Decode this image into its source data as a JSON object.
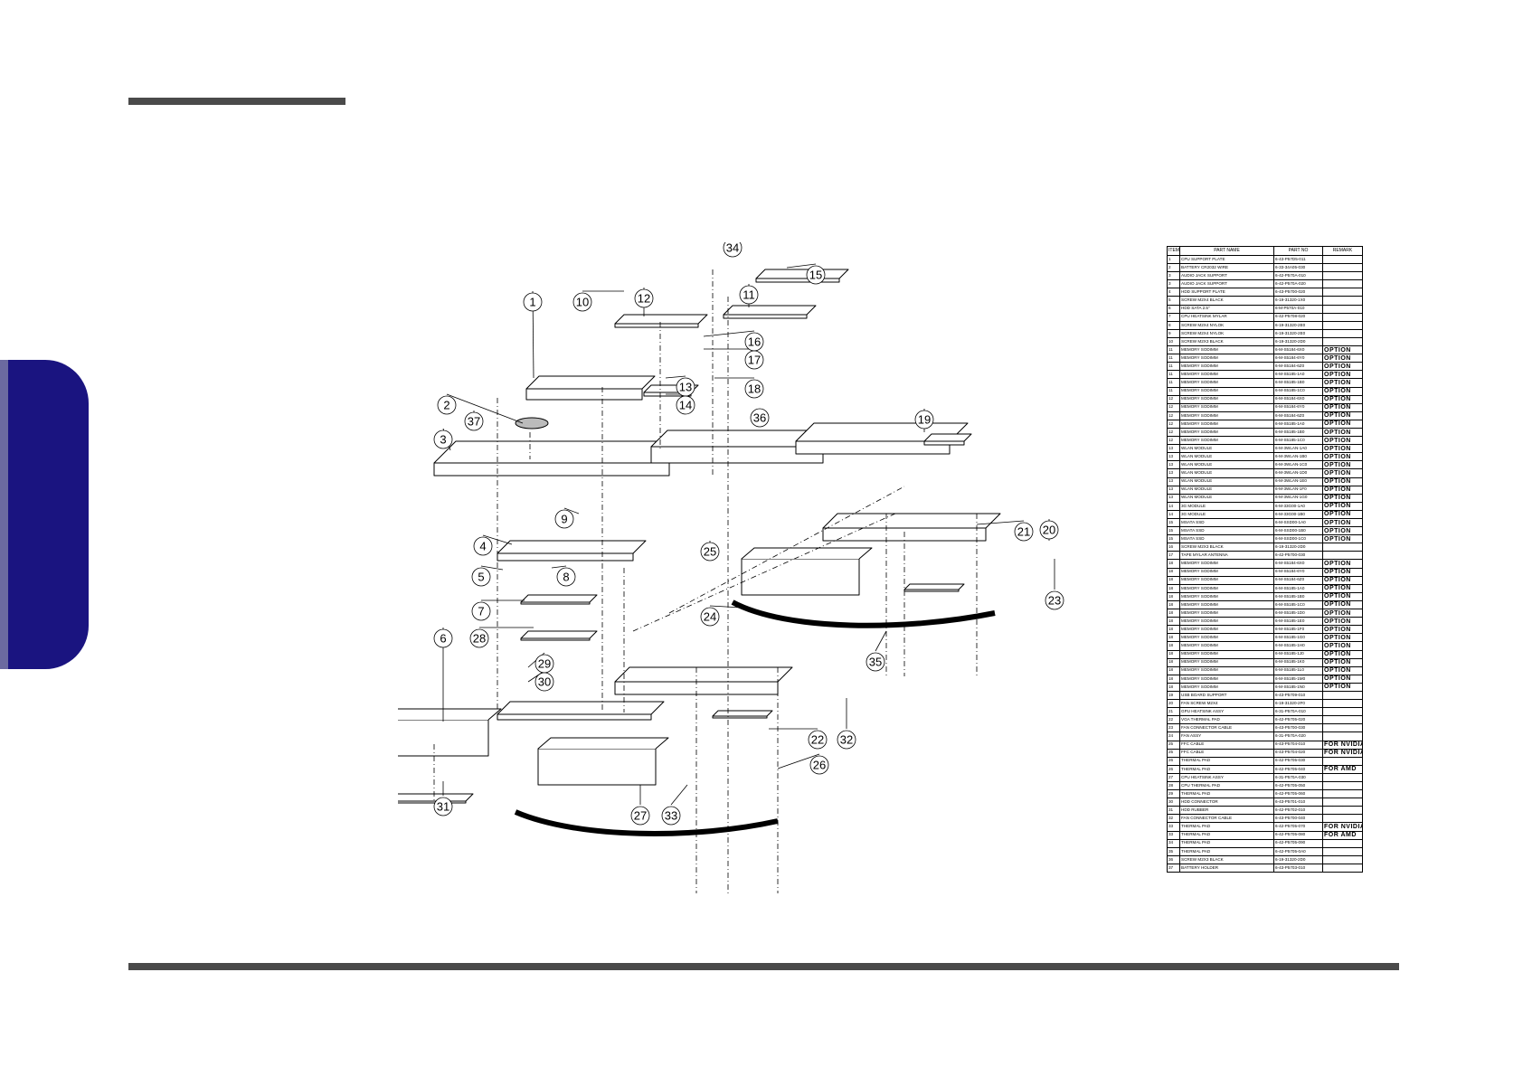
{
  "colors": {
    "rule": "#4a4a4a",
    "side_tab": "#1a1480"
  },
  "callouts": [
    "1",
    "2",
    "3",
    "4",
    "5",
    "6",
    "7",
    "8",
    "9",
    "10",
    "11",
    "12",
    "13",
    "14",
    "15",
    "16",
    "17",
    "18",
    "19",
    "20",
    "21",
    "22",
    "23",
    "24",
    "25",
    "26",
    "27",
    "28",
    "29",
    "30",
    "31",
    "32",
    "33",
    "34",
    "35",
    "36",
    "37"
  ],
  "table": {
    "headers": [
      "ITEM",
      "PART NAME",
      "PART NO",
      "REMARK"
    ],
    "rows": [
      {
        "item": "1",
        "name": "CPU SUPPORT PLATE",
        "part_no": "6-43-P57D5-011",
        "remark": ""
      },
      {
        "item": "2",
        "name": "BATTERY CR2032 WIRE",
        "part_no": "6-33-34A05-030",
        "remark": ""
      },
      {
        "item": "3",
        "name": "AUDIO JACK SUPPORT",
        "part_no": "6-42-P570A-010",
        "remark": ""
      },
      {
        "item": "3",
        "name": "AUDIO JACK SUPPORT",
        "part_no": "6-42-P570A-020",
        "remark": ""
      },
      {
        "item": "4",
        "name": "HDD SUPPORT PLATE",
        "part_no": "6-43-P5700-020",
        "remark": ""
      },
      {
        "item": "5",
        "name": "SCREW M2X4 BLACK",
        "part_no": "6-19-31320-1X0",
        "remark": ""
      },
      {
        "item": "6",
        "name": "HDD SATA 2.5\"",
        "part_no": "6-M-P570A-010",
        "remark": ""
      },
      {
        "item": "7",
        "name": "CPU HEATSINK MYLAR",
        "part_no": "6-42-P5708-020",
        "remark": ""
      },
      {
        "item": "8",
        "name": "SCREW M2X4 NYLOK",
        "part_no": "6-19-31320-2E0",
        "remark": ""
      },
      {
        "item": "9",
        "name": "SCREW M2X4 NYLOK",
        "part_no": "6-19-31320-2E0",
        "remark": ""
      },
      {
        "item": "10",
        "name": "SCREW M2X3 BLACK",
        "part_no": "6-19-31320-2D0",
        "remark": ""
      },
      {
        "item": "11",
        "name": "MEMORY SODIMM",
        "part_no": "6-M-S5184-6X0",
        "remark": "OPTION"
      },
      {
        "item": "11",
        "name": "MEMORY SODIMM",
        "part_no": "6-M-S5184-6Y0",
        "remark": "OPTION"
      },
      {
        "item": "11",
        "name": "MEMORY SODIMM",
        "part_no": "6-M-S5184-6Z0",
        "remark": "OPTION"
      },
      {
        "item": "11",
        "name": "MEMORY SODIMM",
        "part_no": "6-M-S5185-1A0",
        "remark": "OPTION"
      },
      {
        "item": "11",
        "name": "MEMORY SODIMM",
        "part_no": "6-M-S5185-1B0",
        "remark": "OPTION"
      },
      {
        "item": "11",
        "name": "MEMORY SODIMM",
        "part_no": "6-M-S5185-1C0",
        "remark": "OPTION"
      },
      {
        "item": "12",
        "name": "MEMORY SODIMM",
        "part_no": "6-M-S5184-6X0",
        "remark": "OPTION"
      },
      {
        "item": "12",
        "name": "MEMORY SODIMM",
        "part_no": "6-M-S5184-6Y0",
        "remark": "OPTION"
      },
      {
        "item": "12",
        "name": "MEMORY SODIMM",
        "part_no": "6-M-S5184-6Z0",
        "remark": "OPTION"
      },
      {
        "item": "12",
        "name": "MEMORY SODIMM",
        "part_no": "6-M-S5185-1A0",
        "remark": "OPTION"
      },
      {
        "item": "12",
        "name": "MEMORY SODIMM",
        "part_no": "6-M-S5185-1B0",
        "remark": "OPTION"
      },
      {
        "item": "12",
        "name": "MEMORY SODIMM",
        "part_no": "6-M-S5185-1C0",
        "remark": "OPTION"
      },
      {
        "item": "13",
        "name": "WLAN MODULE",
        "part_no": "6-M-3WLAN-1A0",
        "remark": "OPTION"
      },
      {
        "item": "13",
        "name": "WLAN MODULE",
        "part_no": "6-M-3WLAN-1B0",
        "remark": "OPTION"
      },
      {
        "item": "13",
        "name": "WLAN MODULE",
        "part_no": "6-M-3WLAN-1C0",
        "remark": "OPTION"
      },
      {
        "item": "13",
        "name": "WLAN MODULE",
        "part_no": "6-M-3WLAN-1D0",
        "remark": "OPTION"
      },
      {
        "item": "13",
        "name": "WLAN MODULE",
        "part_no": "6-M-3WLAN-1E0",
        "remark": "OPTION"
      },
      {
        "item": "13",
        "name": "WLAN MODULE",
        "part_no": "6-M-3WLAN-1F0",
        "remark": "OPTION"
      },
      {
        "item": "13",
        "name": "WLAN MODULE",
        "part_no": "6-M-3WLAN-1G0",
        "remark": "OPTION"
      },
      {
        "item": "14",
        "name": "3G MODULE",
        "part_no": "6-M-33G00-1A0",
        "remark": "OPTION"
      },
      {
        "item": "14",
        "name": "3G MODULE",
        "part_no": "6-M-33G00-1B0",
        "remark": "OPTION"
      },
      {
        "item": "15",
        "name": "MSATA SSD",
        "part_no": "6-M-SSD00-1A0",
        "remark": "OPTION"
      },
      {
        "item": "15",
        "name": "MSATA SSD",
        "part_no": "6-M-SSD00-1B0",
        "remark": "OPTION"
      },
      {
        "item": "15",
        "name": "MSATA SSD",
        "part_no": "6-M-SSD00-1C0",
        "remark": "OPTION"
      },
      {
        "item": "16",
        "name": "SCREW M2X3 BLACK",
        "part_no": "6-19-31320-2D0",
        "remark": ""
      },
      {
        "item": "17",
        "name": "TAPE MYLAR ANTENNA",
        "part_no": "6-42-P5700-030",
        "remark": ""
      },
      {
        "item": "18",
        "name": "MEMORY SODIMM",
        "part_no": "6-M-S5184-6X0",
        "remark": "OPTION"
      },
      {
        "item": "18",
        "name": "MEMORY SODIMM",
        "part_no": "6-M-S5184-6Y0",
        "remark": "OPTION"
      },
      {
        "item": "18",
        "name": "MEMORY SODIMM",
        "part_no": "6-M-S5184-6Z0",
        "remark": "OPTION"
      },
      {
        "item": "18",
        "name": "MEMORY SODIMM",
        "part_no": "6-M-S5185-1A0",
        "remark": "OPTION"
      },
      {
        "item": "18",
        "name": "MEMORY SODIMM",
        "part_no": "6-M-S5185-1B0",
        "remark": "OPTION"
      },
      {
        "item": "18",
        "name": "MEMORY SODIMM",
        "part_no": "6-M-S5185-1C0",
        "remark": "OPTION"
      },
      {
        "item": "18",
        "name": "MEMORY SODIMM",
        "part_no": "6-M-S5185-1D0",
        "remark": "OPTION"
      },
      {
        "item": "18",
        "name": "MEMORY SODIMM",
        "part_no": "6-M-S5185-1E0",
        "remark": "OPTION"
      },
      {
        "item": "18",
        "name": "MEMORY SODIMM",
        "part_no": "6-M-S5185-1F0",
        "remark": "OPTION"
      },
      {
        "item": "18",
        "name": "MEMORY SODIMM",
        "part_no": "6-M-S5185-1G0",
        "remark": "OPTION"
      },
      {
        "item": "18",
        "name": "MEMORY SODIMM",
        "part_no": "6-M-S5185-1H0",
        "remark": "OPTION"
      },
      {
        "item": "18",
        "name": "MEMORY SODIMM",
        "part_no": "6-M-S5185-1J0",
        "remark": "OPTION"
      },
      {
        "item": "18",
        "name": "MEMORY SODIMM",
        "part_no": "6-M-S5185-1K0",
        "remark": "OPTION"
      },
      {
        "item": "18",
        "name": "MEMORY SODIMM",
        "part_no": "6-M-S5185-1L0",
        "remark": "OPTION"
      },
      {
        "item": "18",
        "name": "MEMORY SODIMM",
        "part_no": "6-M-S5185-1M0",
        "remark": "OPTION"
      },
      {
        "item": "18",
        "name": "MEMORY SODIMM",
        "part_no": "6-M-S5185-1N0",
        "remark": "OPTION"
      },
      {
        "item": "19",
        "name": "USB BOARD SUPPORT",
        "part_no": "6-43-P5709-010",
        "remark": ""
      },
      {
        "item": "20",
        "name": "FAN SCREW M2X4",
        "part_no": "6-19-31320-2F0",
        "remark": ""
      },
      {
        "item": "21",
        "name": "GPU HEATSINK ASSY",
        "part_no": "6-31-P570A-010",
        "remark": ""
      },
      {
        "item": "22",
        "name": "VGA THERMAL PAD",
        "part_no": "6-42-P5705-020",
        "remark": ""
      },
      {
        "item": "23",
        "name": "FAN CONNECTOR CABLE",
        "part_no": "6-43-P5700-030",
        "remark": ""
      },
      {
        "item": "24",
        "name": "FAN ASSY",
        "part_no": "6-31-P570A-020",
        "remark": ""
      },
      {
        "item": "25",
        "name": "FFC CABLE",
        "part_no": "6-43-P5704-010",
        "remark": "FOR NVIDIA"
      },
      {
        "item": "25",
        "name": "FFC CABLE",
        "part_no": "6-43-P5704-020",
        "remark": "FOR NVIDIA"
      },
      {
        "item": "26",
        "name": "THERMAL PAD",
        "part_no": "6-42-P5705-030",
        "remark": ""
      },
      {
        "item": "26",
        "name": "THERMAL PAD",
        "part_no": "6-42-P5705-040",
        "remark": "FOR AMD"
      },
      {
        "item": "27",
        "name": "CPU HEATSINK ASSY",
        "part_no": "6-31-P570A-030",
        "remark": ""
      },
      {
        "item": "28",
        "name": "CPU THERMAL PAD",
        "part_no": "6-42-P5705-050",
        "remark": ""
      },
      {
        "item": "29",
        "name": "THERMAL PAD",
        "part_no": "6-42-P5705-060",
        "remark": ""
      },
      {
        "item": "30",
        "name": "HDD CONNECTOR",
        "part_no": "6-43-P5701-010",
        "remark": ""
      },
      {
        "item": "31",
        "name": "HDD RUBBER",
        "part_no": "6-42-P5702-010",
        "remark": ""
      },
      {
        "item": "32",
        "name": "FAN CONNECTOR CABLE",
        "part_no": "6-43-P5700-040",
        "remark": ""
      },
      {
        "item": "33",
        "name": "THERMAL PAD",
        "part_no": "6-42-P5705-070",
        "remark": "FOR NVIDIA"
      },
      {
        "item": "33",
        "name": "THERMAL PAD",
        "part_no": "6-42-P5705-080",
        "remark": "FOR AMD"
      },
      {
        "item": "34",
        "name": "THERMAL PAD",
        "part_no": "6-42-P5705-090",
        "remark": ""
      },
      {
        "item": "35",
        "name": "THERMAL PAD",
        "part_no": "6-42-P5705-0A0",
        "remark": ""
      },
      {
        "item": "36",
        "name": "SCREW M2X3 BLACK",
        "part_no": "6-19-31320-2D0",
        "remark": ""
      },
      {
        "item": "37",
        "name": "BATTERY HOLDER",
        "part_no": "6-43-P5703-010",
        "remark": ""
      }
    ]
  }
}
